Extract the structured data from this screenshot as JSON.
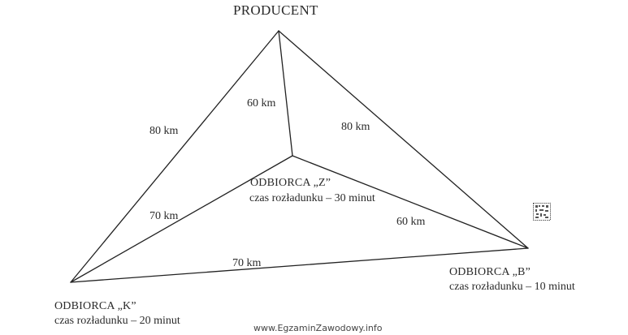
{
  "diagram": {
    "nodes": {
      "producent": {
        "name": "PRODUCENT"
      },
      "z": {
        "name": "ODBIORCA „Z”",
        "detail": "czas rozładunku – 30 minut"
      },
      "k": {
        "name": "ODBIORCA „K”",
        "detail": "czas rozładunku – 20 minut"
      },
      "b": {
        "name": "ODBIORCA „B”",
        "detail": "czas rozładunku – 10 minut"
      }
    },
    "edges": {
      "producent_k": "80 km",
      "producent_z": "60 km",
      "producent_b": "80 km",
      "z_k": "70 km",
      "z_b": "60 km",
      "k_b": "70 km"
    },
    "colors": {
      "line": "#222222"
    }
  },
  "watermark": {
    "text": "www.EgzaminZawodowy.info",
    "badge": "E Z INFO"
  }
}
